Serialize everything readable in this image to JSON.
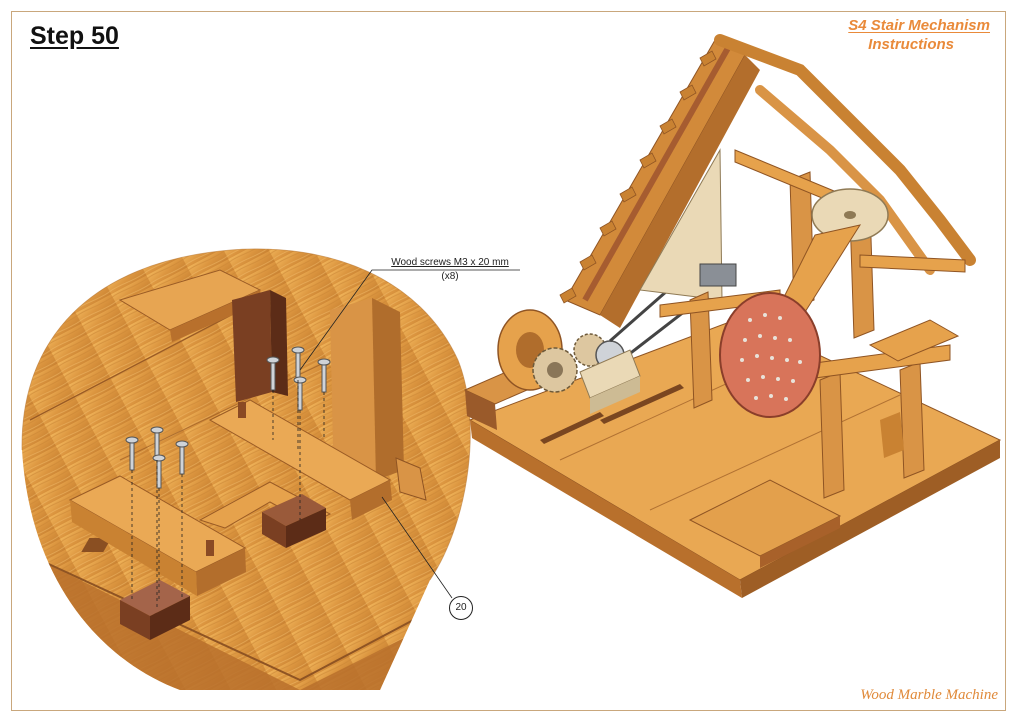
{
  "header": {
    "step_title": "Step 50",
    "doc_title_line1": "S4 Stair Mechanism",
    "doc_title_line2": "Instructions"
  },
  "callout": {
    "caption": "Wood screws M3 x 20 mm",
    "quantity": "(x8)"
  },
  "part_badge": "20",
  "footer": {
    "brand": "Wood Marble Machine"
  },
  "colors": {
    "frame": "#c9a77c",
    "title_accent": "#e98a3a",
    "wood_light": "#e8a850",
    "wood_mid": "#d08a34",
    "wood_dark": "#a8612a",
    "wood_red": "#8a4a2e"
  }
}
